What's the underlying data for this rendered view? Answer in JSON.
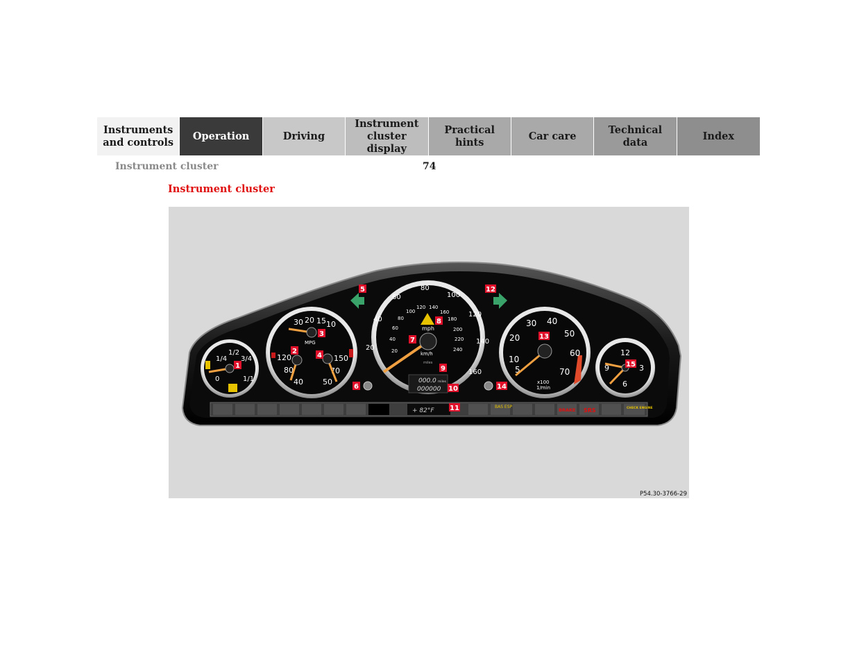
{
  "nav": {
    "tabs": [
      {
        "label": "Instruments\nand controls"
      },
      {
        "label": "Operation"
      },
      {
        "label": "Driving"
      },
      {
        "label": "Instrument\ncluster display"
      },
      {
        "label": "Practical hints"
      },
      {
        "label": "Car care"
      },
      {
        "label": "Technical\ndata"
      },
      {
        "label": "Index"
      }
    ]
  },
  "header": {
    "section": "Instrument cluster",
    "page_number": "74"
  },
  "content": {
    "heading": "Instrument cluster"
  },
  "figure": {
    "code": "P54.30-3766-29",
    "callouts": [
      "1",
      "2",
      "3",
      "4",
      "5",
      "6",
      "7",
      "8",
      "9",
      "10",
      "11",
      "12",
      "13",
      "14",
      "15"
    ],
    "fuel_labels": [
      "1/2",
      "1/4",
      "3/4",
      "0",
      "1/1"
    ],
    "mpg_labels": [
      "20",
      "15",
      "30",
      "10",
      "MPG"
    ],
    "coolant_labels": [
      "120",
      "80",
      "40"
    ],
    "oil_labels": [
      "150",
      "70",
      "50"
    ],
    "speedo_kmh_labels": [
      "20",
      "40",
      "60",
      "80",
      "100",
      "120",
      "140",
      "160"
    ],
    "speedo_mph_labels": [
      "20",
      "40",
      "60",
      "80",
      "100",
      "120",
      "140",
      "160",
      "180",
      "200",
      "220",
      "240"
    ],
    "speedo_units_mph": "mph",
    "speedo_units_kmh": "km/h",
    "speedo_units_miles": "miles",
    "trip_display": "000.0",
    "odo_display": "000000",
    "odo_unit": "miles",
    "temp_display": "+   82°F",
    "tach_labels": [
      "30",
      "40",
      "20",
      "50",
      "10",
      "60",
      "5",
      "70"
    ],
    "tach_unit_1": "x100",
    "tach_unit_2": "1/min",
    "clock_labels": [
      "12",
      "9",
      "3",
      "6"
    ],
    "warning_labels": [
      "BAS\nESP",
      "BRAKE",
      "SRS",
      "CHECK\nENGINE"
    ],
    "colors": {
      "heading": "#e01010",
      "callout": "#e0102a",
      "needle": "#f0a040",
      "arrow": "#3aa36a"
    }
  }
}
